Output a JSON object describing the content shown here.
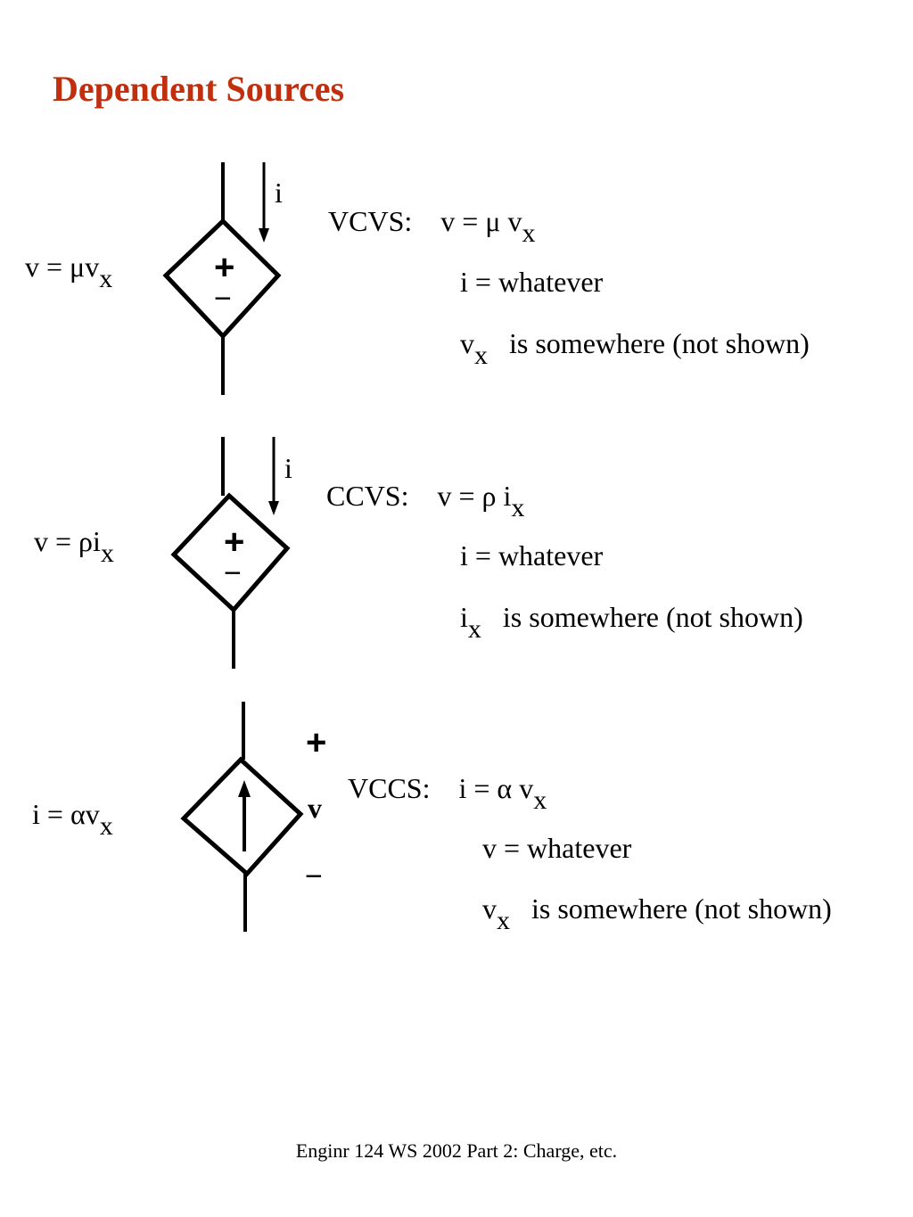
{
  "title": "Dependent Sources",
  "footer": "Enginr 124 WS 2002  Part 2: Charge, etc.",
  "sources": {
    "vcvs": {
      "equation_main": "v  =  μv",
      "equation_sub": "x",
      "current_label": "i",
      "plus": "+",
      "minus": "−",
      "def_name": "VCVS:",
      "def_eq": "v  =  μ v",
      "def_eq_sub": "x",
      "line2": "i =  whatever",
      "line3_var": "v",
      "line3_sub": "x",
      "line3_text": "is somewhere (not shown)"
    },
    "ccvs": {
      "equation_main": "v  =  ρi",
      "equation_sub": "x",
      "current_label": "i",
      "plus": "+",
      "minus": "−",
      "def_name": "CCVS:",
      "def_eq": "v  =  ρ i",
      "def_eq_sub": "x",
      "line2": "i =  whatever",
      "line3_var": "i",
      "line3_sub": "x",
      "line3_text": "is somewhere (not shown)"
    },
    "vccs": {
      "equation_main": "i  =  αv",
      "equation_sub": "x",
      "plus": "+",
      "voltage_label": "v",
      "minus": "−",
      "def_name": "VCCS:",
      "def_eq": "i  =  α v",
      "def_eq_sub": "x",
      "line2": "v =  whatever",
      "line3_var": "v",
      "line3_sub": "x",
      "line3_text": "is somewhere (not shown)"
    }
  },
  "colors": {
    "title": "#c0300e",
    "ink": "#000000"
  }
}
